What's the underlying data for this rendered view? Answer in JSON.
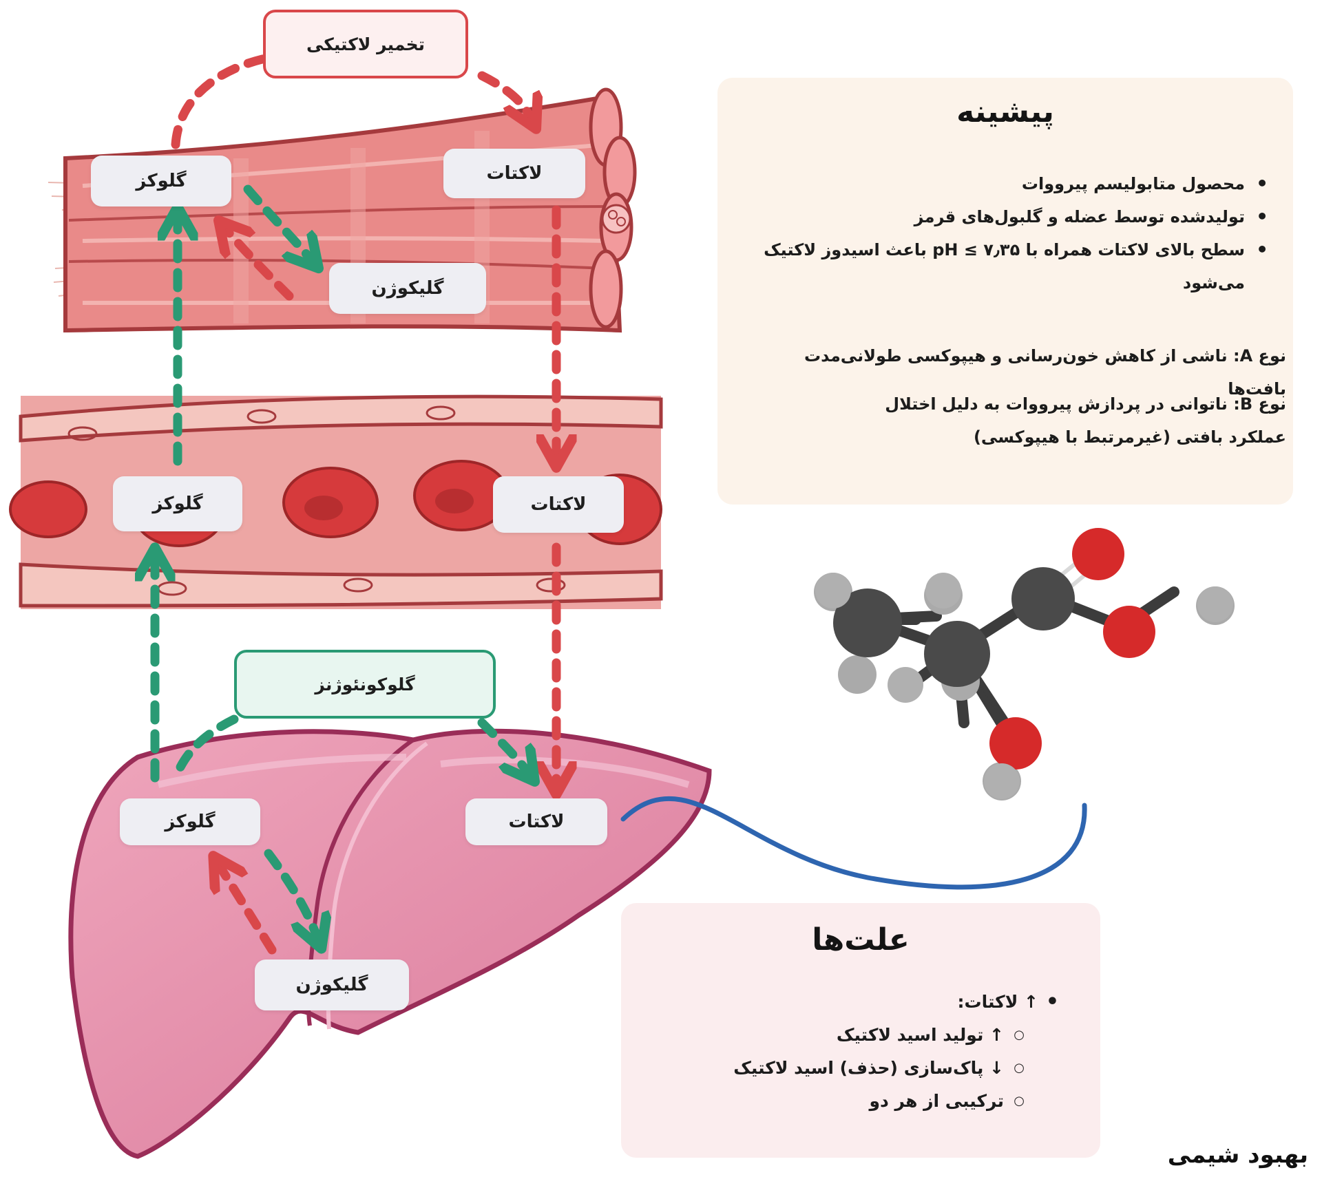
{
  "process_labels": {
    "lactic_fermentation": "تخمیر لاکتیکی",
    "gluconeogenesis": "گلوکونئوژنز"
  },
  "muscle_labels": {
    "glucose": "گلوکز",
    "lactate": "لاکتات",
    "glycogen": "گلیکوژن"
  },
  "blood_labels": {
    "glucose": "گلوکز",
    "lactate": "لاکتات"
  },
  "liver_labels": {
    "glucose": "گلوکز",
    "lactate": "لاکتات",
    "glycogen": "گلیکوژن"
  },
  "background_panel": {
    "title": "پیشینه",
    "bullets": [
      "محصول متابولیسم پیرووات",
      "تولیدشده توسط عضله و گلبول‌های قرمز",
      "سطح بالای لاکتات همراه با pH ≤ ۷٫۳۵ باعث اسیدوز لاکتیک می‌شود"
    ],
    "type_a": "نوع A: ناشی از کاهش خون‌رسانی و هیپوکسی طولانی‌مدت بافت‌ها",
    "type_b": "نوع B: ناتوانی در پردازش پیرووات به دلیل اختلال عملکرد بافتی (غیرمرتبط با هیپوکسی)"
  },
  "causes_panel": {
    "title": "علت‌ها",
    "main_item": "↑ لاکتات:",
    "sub_items": [
      "↑ تولید اسید لاکتیک",
      "↓ پاک‌سازی (حذف) اسید لاکتیک",
      "ترکیبی از هر دو"
    ]
  },
  "author": "بهبود شیمی",
  "colors": {
    "red_arrow": "#d9474a",
    "green_arrow": "#2a9a74",
    "muscle": "#e8878a",
    "vessel": "#eb9a98",
    "rbc": "#d63a3c",
    "liver": "#e48ba6",
    "connector": "#2e65b0",
    "carbon": "#4a4a4a",
    "oxygen": "#d62a2a",
    "hydrogen": "#a9a9a9"
  },
  "icons": [
    "muscle-fiber-bundle-illustration",
    "blood-vessel-illustration",
    "liver-illustration",
    "lactic-acid-molecule-illustration"
  ]
}
